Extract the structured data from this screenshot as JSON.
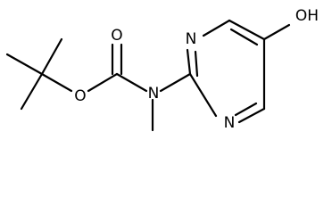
{
  "molecule": {
    "atoms": {
      "carbonyl_o": "O",
      "ester_o": "O",
      "amide_n": "N",
      "ring_n_top": "N",
      "ring_n_bottom": "N",
      "hydroxyl": "OH"
    }
  }
}
